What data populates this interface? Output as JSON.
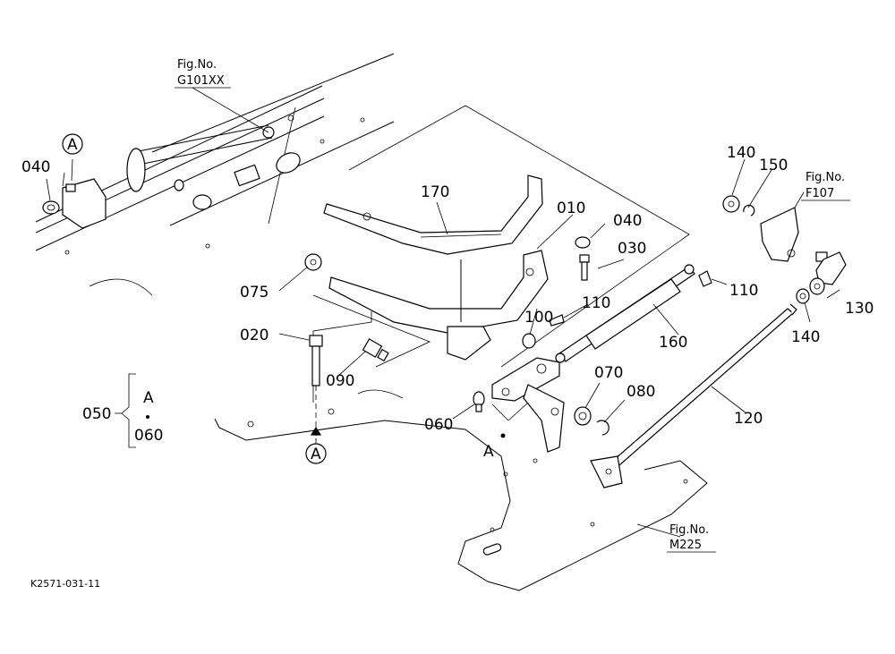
{
  "drawing_code": "K2571-031-11",
  "references": {
    "ref1": {
      "line1": "Fig.No.",
      "line2": "G101XX"
    },
    "ref2": {
      "line1": "Fig.No.",
      "line2": "F107"
    },
    "ref3": {
      "line1": "Fig.No.",
      "line2": "M225"
    }
  },
  "parts": {
    "p040a": "040",
    "p040b": "040",
    "p170": "170",
    "p010": "010",
    "p030": "030",
    "p075": "075",
    "p110a": "110",
    "p110b": "110",
    "p100": "100",
    "p020": "020",
    "p160": "160",
    "p090": "090",
    "p070": "070",
    "p080": "080",
    "p060": "060",
    "p050": "050",
    "p120": "120",
    "p140a": "140",
    "p140b": "140",
    "p150": "150",
    "p130": "130"
  },
  "group_050": {
    "top": "A",
    "bottom": "060"
  },
  "markers": {
    "circleA1": "A",
    "circleA2": "A",
    "pointA": "A"
  }
}
